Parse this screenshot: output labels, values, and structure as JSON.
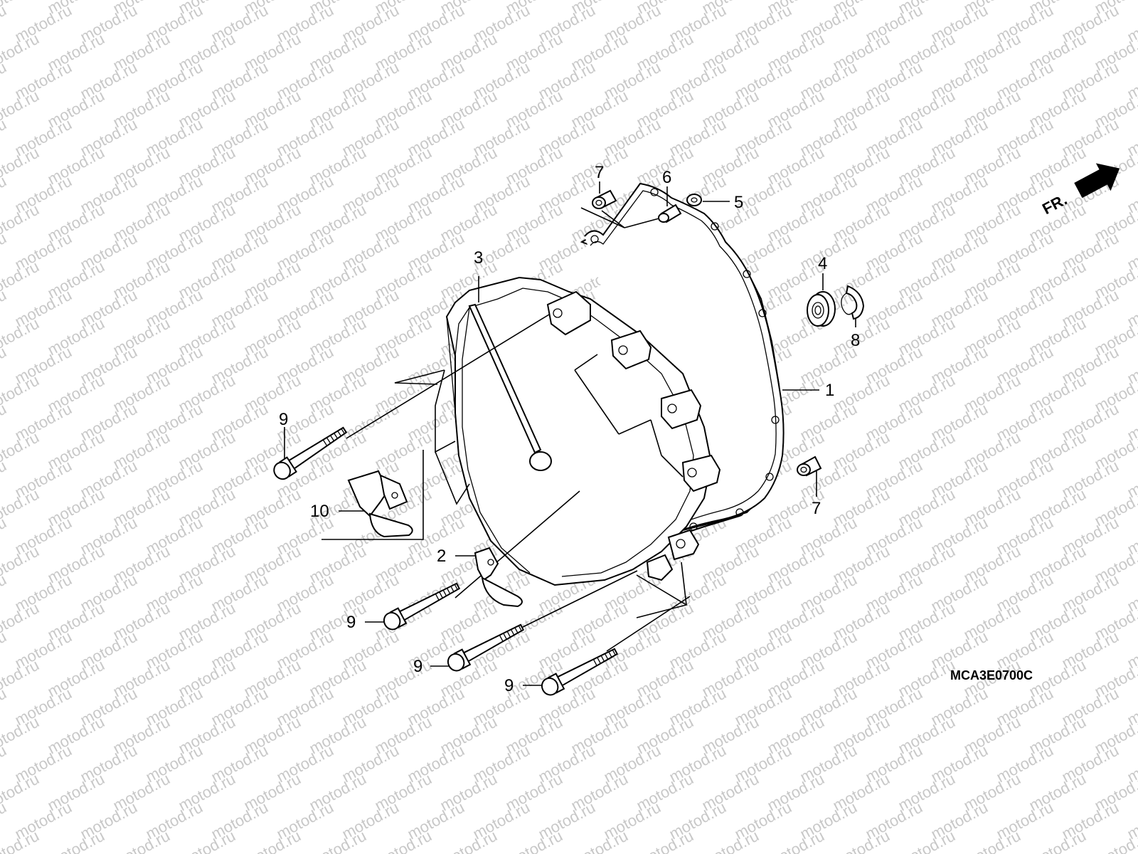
{
  "watermark": {
    "text": "motod.ru",
    "color": "#c8c8c8"
  },
  "direction": {
    "label": "FR."
  },
  "diagram_code": "MCA3E0700C",
  "callouts": [
    {
      "id": "c1",
      "label": "1",
      "part": "gasket"
    },
    {
      "id": "c2",
      "label": "2",
      "part": "clamp"
    },
    {
      "id": "c3",
      "label": "3",
      "part": "cover"
    },
    {
      "id": "c4",
      "label": "4",
      "part": "bearing"
    },
    {
      "id": "c5",
      "label": "5",
      "part": "washer"
    },
    {
      "id": "c6",
      "label": "6",
      "part": "dowel-pin"
    },
    {
      "id": "c7a",
      "label": "7",
      "part": "dowel-collar"
    },
    {
      "id": "c7b",
      "label": "7",
      "part": "dowel-collar"
    },
    {
      "id": "c8",
      "label": "8",
      "part": "snap-ring"
    },
    {
      "id": "c9a",
      "label": "9",
      "part": "bolt"
    },
    {
      "id": "c9b",
      "label": "9",
      "part": "bolt"
    },
    {
      "id": "c9c",
      "label": "9",
      "part": "bolt"
    },
    {
      "id": "c9d",
      "label": "9",
      "part": "bolt"
    },
    {
      "id": "c10",
      "label": "10",
      "part": "clamp"
    }
  ]
}
